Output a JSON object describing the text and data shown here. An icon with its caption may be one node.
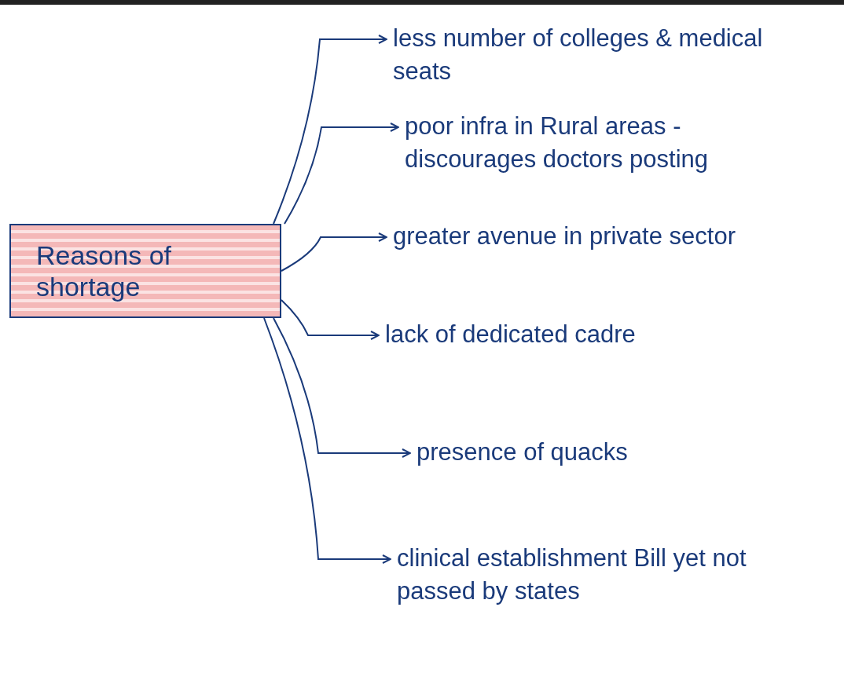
{
  "diagram": {
    "nodes": [
      {
        "text": [
          "Reasons of shortage"
        ]
      },
      {
        "text": [
          "less number of colleges & medical seats"
        ]
      },
      {
        "text": [
          "poor infra in Rural areas - discourages doctors posting"
        ]
      },
      {
        "text": [
          "greater avenue in private sector"
        ]
      },
      {
        "text": [
          "lack of dedicated cadre"
        ]
      },
      {
        "text": [
          "presence of quacks"
        ]
      },
      {
        "text": [
          "clinical establishment Bill yet not passed by states"
        ]
      }
    ],
    "edges": [
      {
        "from": 0,
        "to": 1,
        "arrow": "to"
      },
      {
        "from": 0,
        "to": 2,
        "arrow": "to"
      },
      {
        "from": 0,
        "to": 3,
        "arrow": "to"
      },
      {
        "from": 0,
        "to": 4,
        "arrow": "to"
      },
      {
        "from": 0,
        "to": 5,
        "arrow": "to"
      },
      {
        "from": 0,
        "to": 6,
        "arrow": "to"
      }
    ]
  }
}
